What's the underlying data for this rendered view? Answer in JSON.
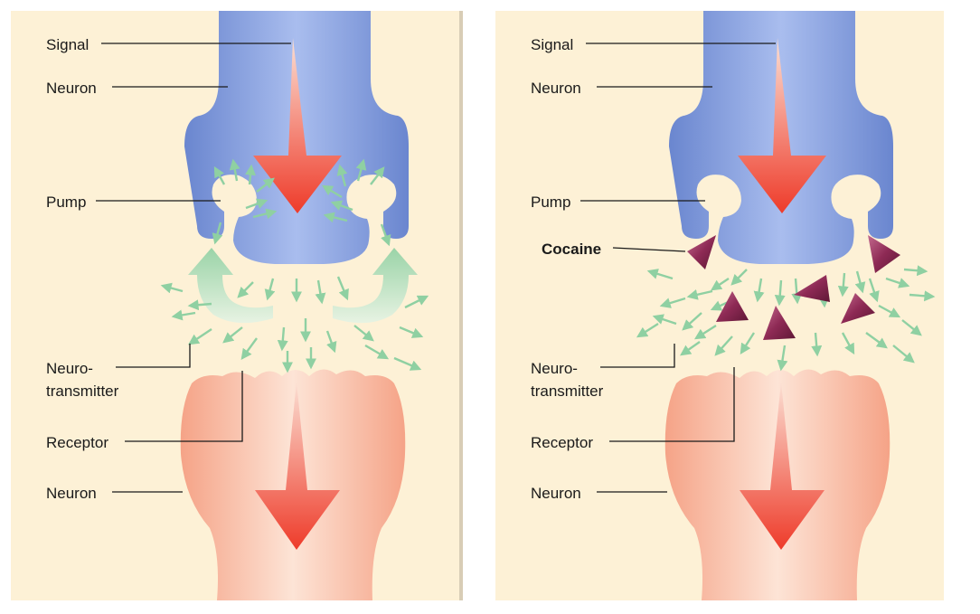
{
  "panels": [
    {
      "id": "normal",
      "labels": {
        "signal": "Signal",
        "neuron_top": "Neuron",
        "pump": "Pump",
        "neurotransmitter_1": "Neuro-",
        "neurotransmitter_2": "transmitter",
        "receptor": "Receptor",
        "neuron_bottom": "Neuron"
      }
    },
    {
      "id": "with-cocaine",
      "labels": {
        "signal": "Signal",
        "neuron_top": "Neuron",
        "pump": "Pump",
        "cocaine": "Cocaine",
        "neurotransmitter_1": "Neuro-",
        "neurotransmitter_2": "transmitter",
        "receptor": "Receptor",
        "neuron_bottom": "Neuron"
      }
    }
  ],
  "colors": {
    "background": "#fdf1d6",
    "presynaptic_neuron": "#7d98d8",
    "postsynaptic_neuron": "#f9b69c",
    "signal_arrow": "#ef4a33",
    "neurotransmitter": "#8fd0a2",
    "cocaine": "#8e2a55"
  }
}
